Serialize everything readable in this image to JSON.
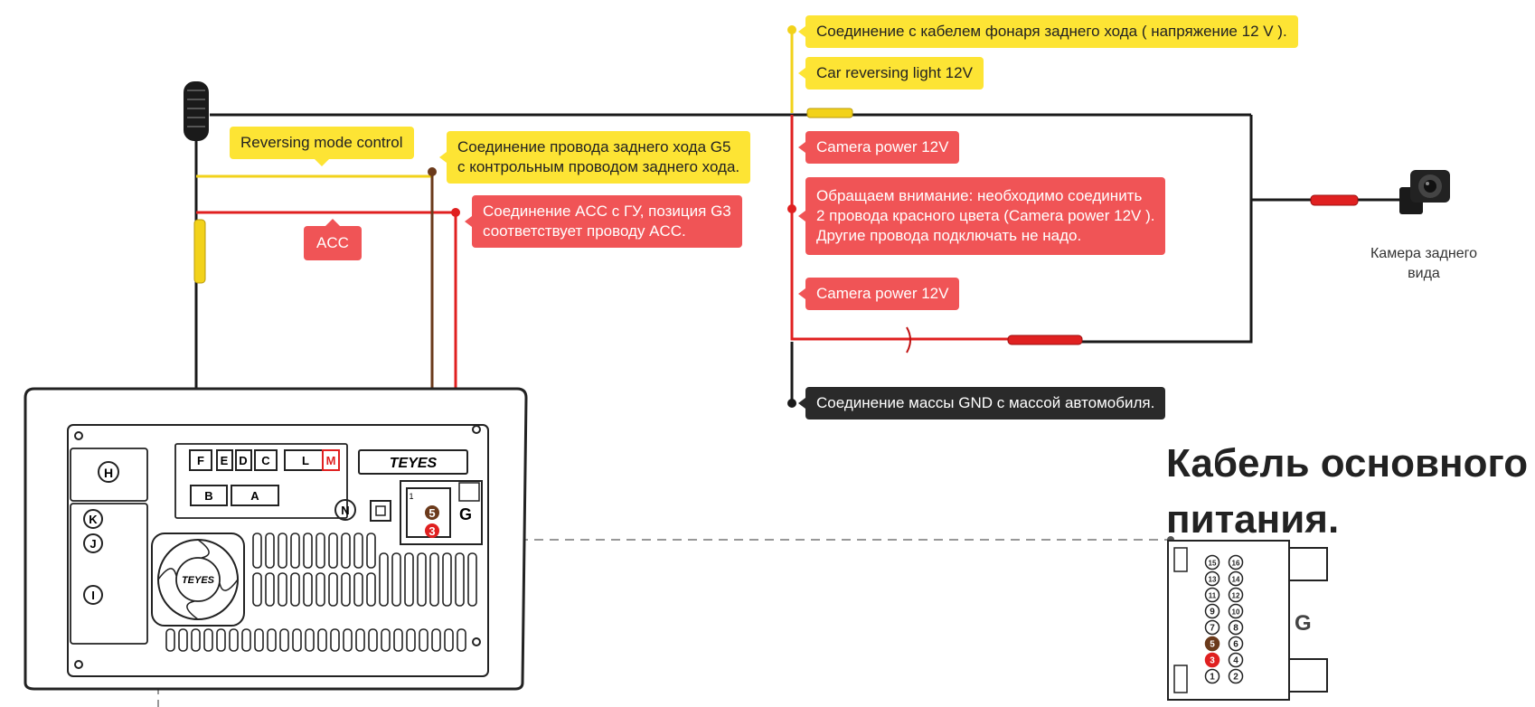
{
  "labels": {
    "reverse_light_ru": "Соединение с кабелем фонаря заднего хода ( напряжение 12 V ).",
    "reverse_light_en": "Car reversing light 12V",
    "reversing_mode_control": "Reversing mode control",
    "reverse_wire_g5_line1": "Соединение провода заднего хода G5",
    "reverse_wire_g5_line2": "с контрольным проводом заднего хода.",
    "acc_g3_line1": "Соединение ACC с ГУ, позиция G3",
    "acc_g3_line2": "соответствует проводу ACC.",
    "acc": "ACC",
    "camera_power_1": "Camera power 12V",
    "note_line1": "Обращаем внимание: необходимо соединить",
    "note_line2": "2 провода красного цвета (Camera power 12V ).",
    "note_line3": "Другие провода подключать не надо.",
    "camera_power_2": "Camera power 12V",
    "gnd": "Соединение массы GND с массой автомобиля.",
    "camera_line1": "Камера заднего",
    "camera_line2": "вида",
    "title_line1": "Кабель основного",
    "title_line2": "питания."
  },
  "head_unit": {
    "brand": "TEYES",
    "fan_brand": "TEYES",
    "port_H": "H",
    "port_K": "K",
    "port_J": "J",
    "port_I": "I",
    "port_N": "N",
    "connector_F": "F",
    "connector_E": "E",
    "connector_D": "D",
    "connector_C": "C",
    "connector_L": "L",
    "connector_M": "M",
    "connector_B": "B",
    "connector_A": "A",
    "connector_G": "G",
    "pin_5": "5",
    "pin_3": "3",
    "g_tab": "1"
  },
  "g_connector": {
    "letter": "G",
    "pins": [
      [
        "15",
        "16"
      ],
      [
        "13",
        "14"
      ],
      [
        "11",
        "12"
      ],
      [
        "9",
        "10"
      ],
      [
        "7",
        "8"
      ],
      [
        "5",
        "6"
      ],
      [
        "3",
        "4"
      ],
      [
        "1",
        "2"
      ]
    ],
    "highlight_brown": "5",
    "highlight_red": "3"
  },
  "colors": {
    "yellow": "#fde434",
    "red": "#f05456",
    "wire_red": "#e02020",
    "wire_brown": "#6b3a1b",
    "dark": "#2a2a2a"
  }
}
